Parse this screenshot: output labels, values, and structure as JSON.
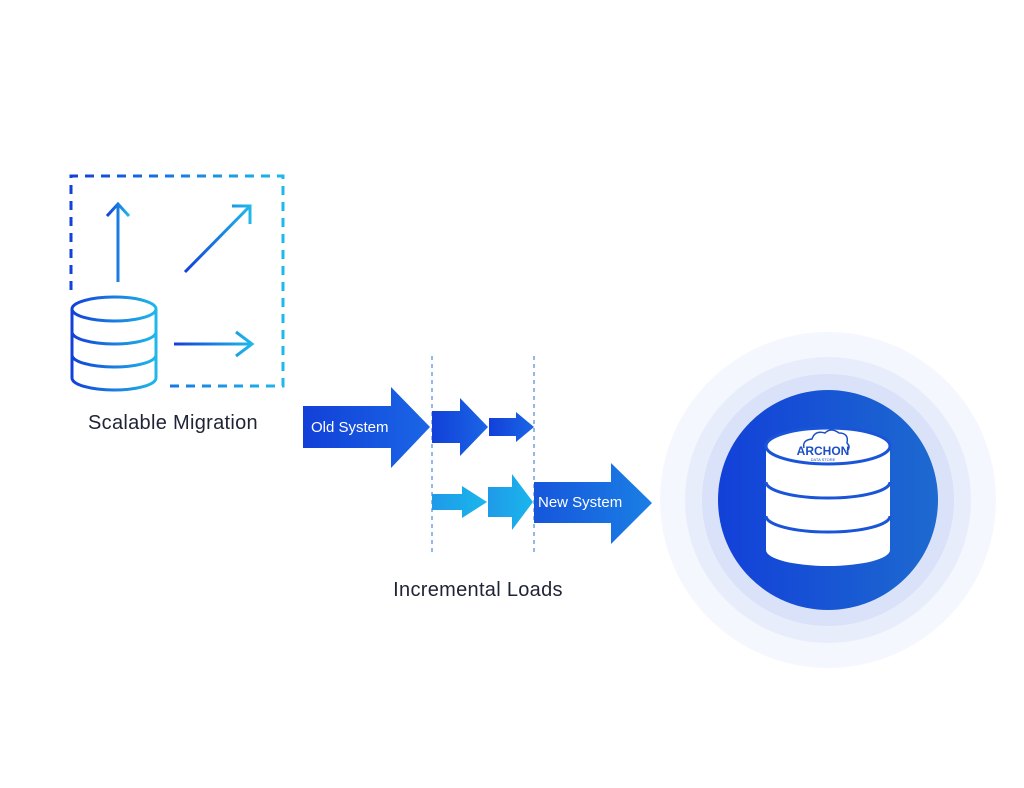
{
  "labels": {
    "scalable_migration": "Scalable Migration",
    "old_system": "Old System",
    "new_system": "New System",
    "incremental_loads": "Incremental Loads"
  },
  "logo": {
    "text": "ARCHON",
    "subtext": "DATA STORE"
  },
  "colors": {
    "dark_blue": "#1240d8",
    "light_blue": "#1fb8ea",
    "circle_blue": "#1a4fd6",
    "text": "#1e2336"
  }
}
